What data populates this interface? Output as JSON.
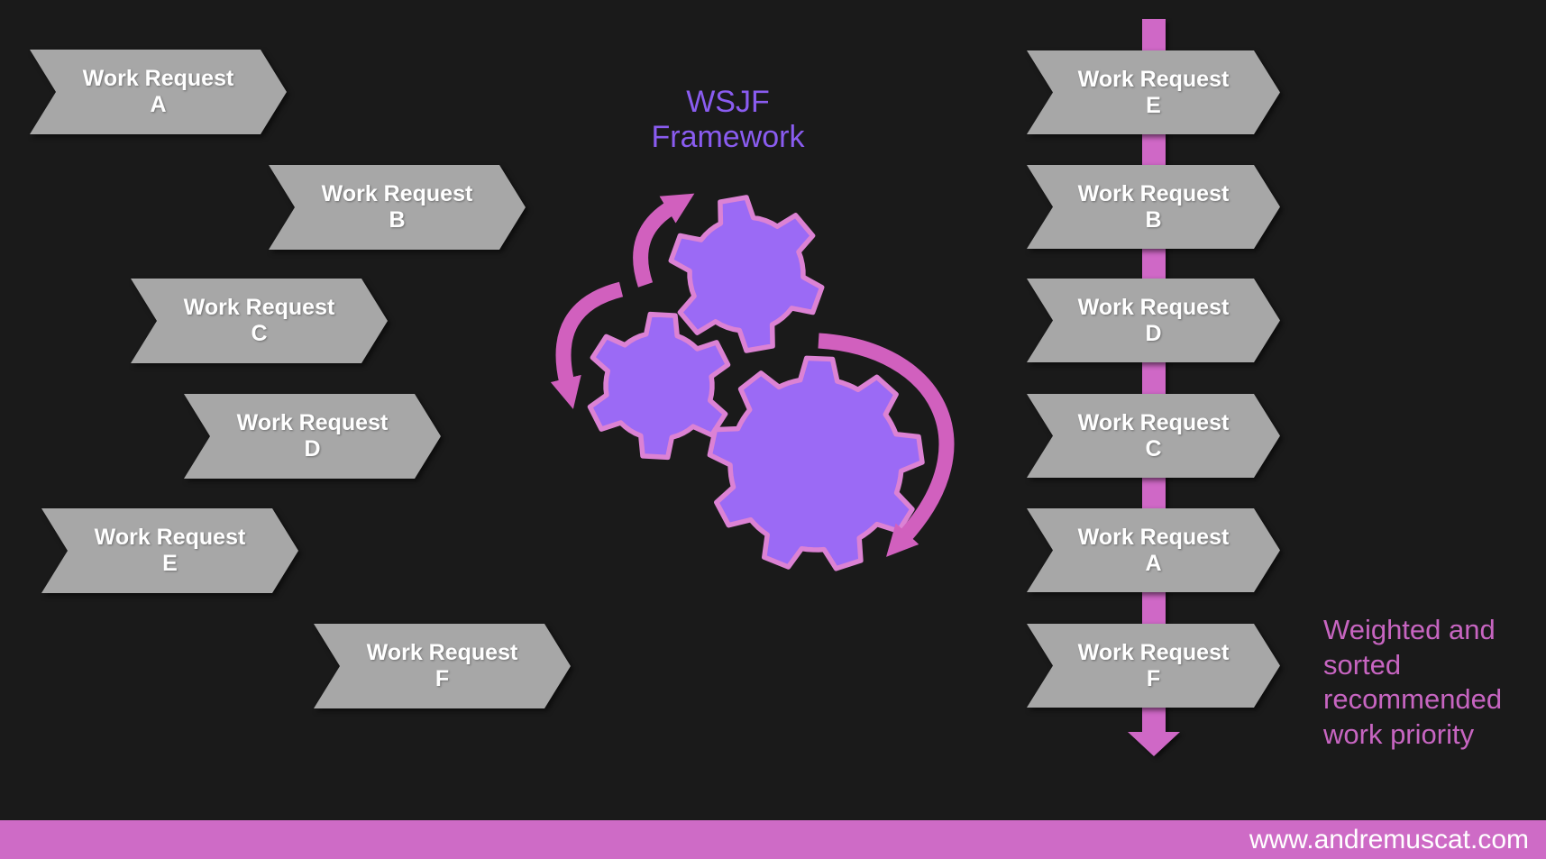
{
  "colors": {
    "background": "#1A1A1A",
    "chevron_gray": "#A7A7A7",
    "chevron_text": "#FFFFFF",
    "title_purple": "#8A5CF0",
    "gear_fill": "#9B6AF5",
    "gear_outline": "#DC82D4",
    "rotation_arrow_pink": "#D160BE",
    "priority_arrow_pink": "#CF68C6",
    "footer_bar_pink": "#CE6BC6",
    "footer_text": "#FFFFFF",
    "caption_pink": "#C765C1"
  },
  "title": {
    "line1": "WSJF",
    "line2": "Framework"
  },
  "input_requests": {
    "prefix": "Work Request",
    "order": [
      "A",
      "B",
      "C",
      "D",
      "E",
      "F"
    ]
  },
  "output_requests": {
    "prefix": "Work Request",
    "order": [
      "E",
      "B",
      "D",
      "C",
      "A",
      "F"
    ]
  },
  "output_caption": {
    "lines": [
      "Weighted and",
      "sorted",
      "recommended",
      "work priority"
    ]
  },
  "footer": {
    "text": "www.andremuscat.com"
  }
}
